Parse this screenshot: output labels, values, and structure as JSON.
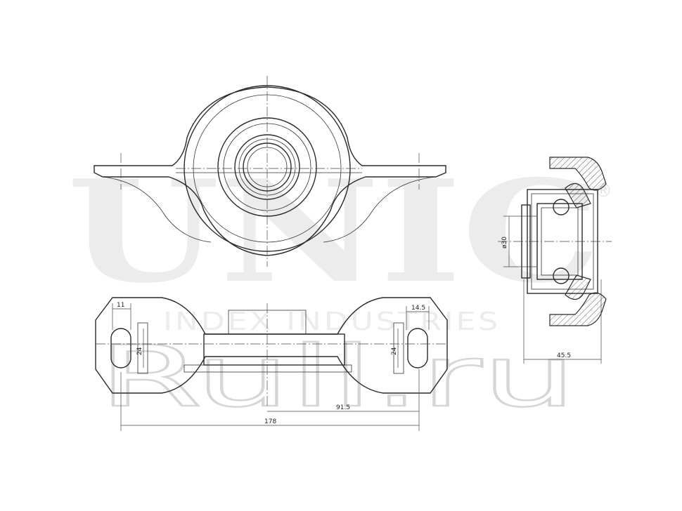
{
  "watermark": {
    "brand": "UNIC",
    "registered": "®",
    "subtitle": "INDEX INDUSTRIES",
    "site": "Rull.ru"
  },
  "dimensions": {
    "top_left_width": "11",
    "top_right_width": "14.5",
    "left_slot_height": "24",
    "right_slot_height": "24",
    "bore_diameter": "ø30",
    "side_depth": "45.5",
    "center_offset": "91.5",
    "overall_length": "178"
  }
}
